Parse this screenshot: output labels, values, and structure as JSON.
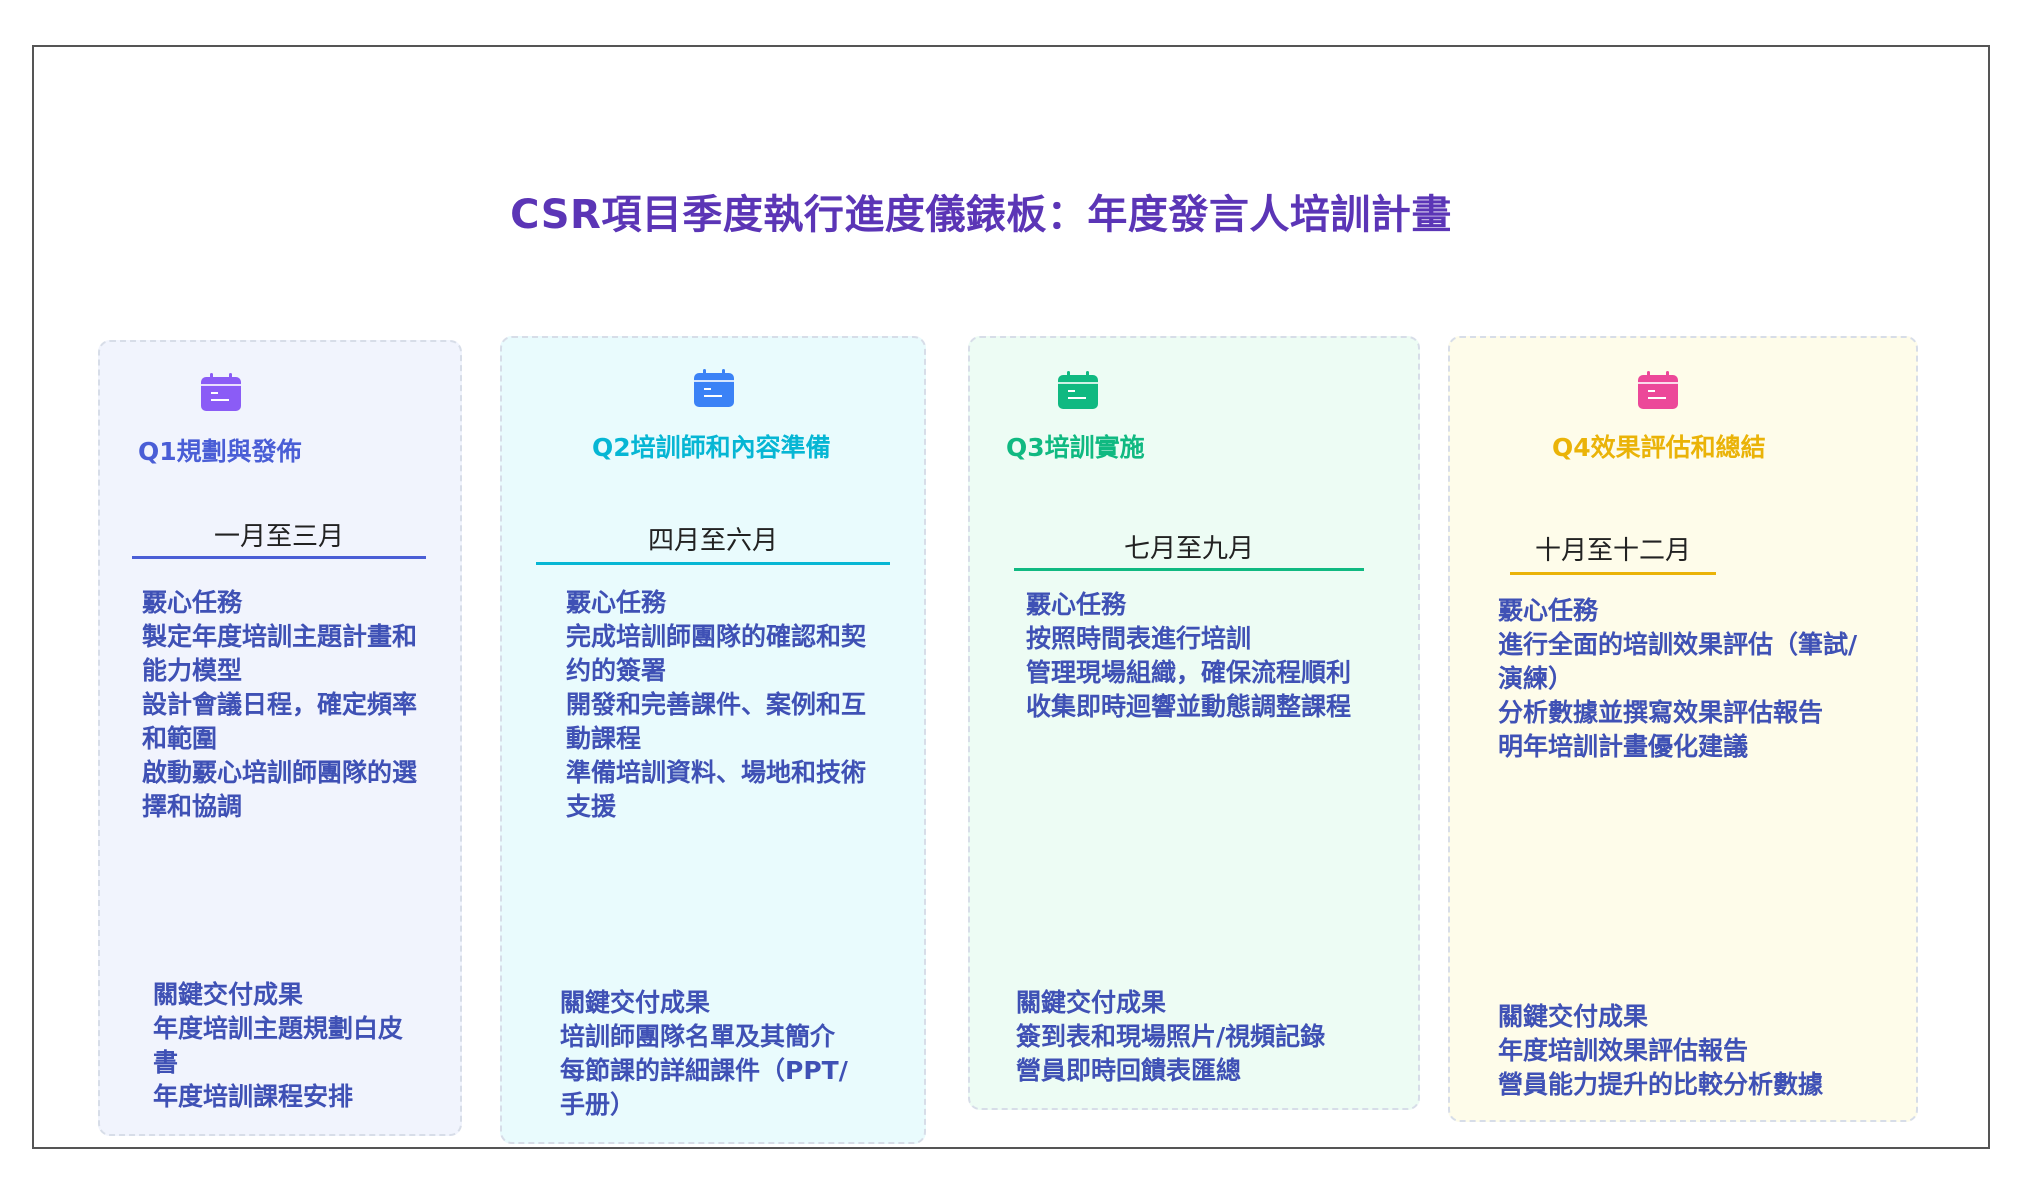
{
  "title": "CSR項目季度執行進度儀錶板：年度發言人培訓計畫",
  "colors": {
    "title": "#5b35b6",
    "text": "#3f51b5",
    "q1": "#8b5cf6",
    "q2": "#3b82f6",
    "q3": "#10b981",
    "q4": "#ec4899"
  },
  "quarters": [
    {
      "icon": "calendar-icon",
      "title": "Q1規劃與發佈",
      "period": "一月至三月",
      "core_heading": "覈心任務",
      "core_lines": [
        "製定年度培訓主題計畫和",
        "能力模型",
        "設計會議日程，確定頻率",
        "和範圍",
        "啟動覈心培訓師團隊的選",
        "擇和協調"
      ],
      "deliverables_heading": "關鍵交付成果",
      "deliverables_lines": [
        "年度培訓主題規劃白皮",
        "書",
        "年度培訓課程安排"
      ]
    },
    {
      "icon": "calendar-icon",
      "title": "Q2培訓師和內容準備",
      "period": "四月至六月",
      "core_heading": "覈心任務",
      "core_lines": [
        "完成培訓師團隊的確認和契",
        "约的簽署",
        "開發和完善課件、案例和互",
        "動課程",
        "準備培訓資料、場地和技術",
        "支援"
      ],
      "deliverables_heading": "關鍵交付成果",
      "deliverables_lines": [
        "培訓師團隊名單及其簡介",
        "每節課的詳細課件（PPT/",
        "手册）"
      ]
    },
    {
      "icon": "calendar-icon",
      "title": "Q3培訓實施",
      "period": "七月至九月",
      "core_heading": "覈心任務",
      "core_lines": [
        "按照時間表進行培訓",
        "管理現場組織，確保流程順利",
        "收集即時迴響並動態調整課程"
      ],
      "deliverables_heading": "關鍵交付成果",
      "deliverables_lines": [
        "簽到表和現場照片/視頻記錄",
        "營員即時回饋表匯總"
      ]
    },
    {
      "icon": "calendar-icon",
      "title": "Q4效果評估和總結",
      "period": "十月至十二月",
      "core_heading": "覈心任務",
      "core_lines": [
        "進行全面的培訓效果評估（筆試/",
        "演練）",
        "分析數據並撰寫效果評估報告",
        "明年培訓計畫優化建議"
      ],
      "deliverables_heading": "關鍵交付成果",
      "deliverables_lines": [
        "年度培訓效果評估報告",
        "營員能力提升的比較分析數據"
      ]
    }
  ]
}
